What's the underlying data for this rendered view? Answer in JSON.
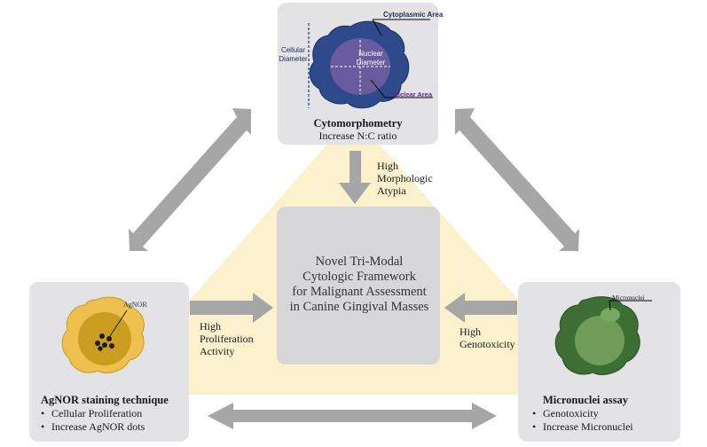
{
  "top_box": {
    "title": "Cytomorphometry",
    "subtitle": "Increase N:C ratio",
    "cell_labels": {
      "cytoplasmic_area": "Cytoplasmic Area",
      "cellular_diameter_line1": "Cellular",
      "cellular_diameter_line2": "Diameter",
      "nuclear_diameter_line1": "Nuclear",
      "nuclear_diameter_line2": "Diameter",
      "nuclear_area": "Nuclear Area"
    }
  },
  "left_box": {
    "title": "AgNOR staining technique",
    "bullets": [
      "Cellular Proliferation",
      "Increase AgNOR dots"
    ],
    "cell_label": "AgNOR"
  },
  "right_box": {
    "title": "Micronuclei assay",
    "bullets": [
      "Genotoxicity",
      "Increase Micronuclei"
    ],
    "cell_label": "Micronuclei"
  },
  "center_box": {
    "lines": [
      "Novel Tri-Modal",
      "Cytologic Framework",
      "for Malignant Assessment",
      "in Canine Gingival Masses"
    ]
  },
  "arrow_labels": {
    "top": [
      "High",
      "Morphologic",
      "Atypia"
    ],
    "left": [
      "High",
      "Proliferation",
      "Activity"
    ],
    "right": [
      "High",
      "Genotoxicity"
    ]
  },
  "colors": {
    "triangle": "#fbf1cc",
    "box": "#e3e3e5",
    "arrow": "#a6a6a6",
    "cyto_cell": "#2f4a8a",
    "cyto_nucleus": "#6a5a9e",
    "agnor_cell": "#eec04e",
    "agnor_nucleus": "#c99d1f",
    "micro_cell": "#3d6e33",
    "micro_nucleus": "#6f9d59"
  }
}
